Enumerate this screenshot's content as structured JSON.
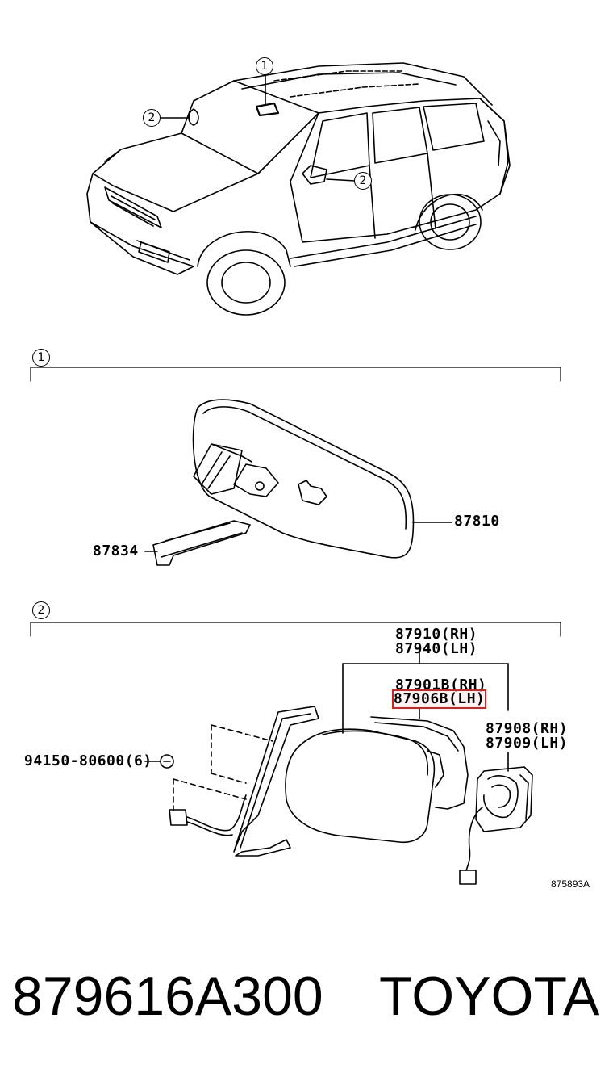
{
  "callouts": {
    "c1_top": "1",
    "c2_left": "2",
    "c2_right": "2",
    "section1": "1",
    "section2": "2"
  },
  "parts": {
    "p87810": "87810",
    "p87834": "87834",
    "p87910": "87910(RH)",
    "p87940": "87940(LH)",
    "p87901": "87901B(RH)",
    "p87906": "87906B(LH)",
    "p87908": "87908(RH)",
    "p87909": "87909(LH)",
    "p94150": "94150-80600(6)"
  },
  "diagram_code": "875893A",
  "footer": {
    "part_number": "879616A300",
    "brand": "TOYOTA"
  },
  "colors": {
    "highlight": "#d22222"
  }
}
